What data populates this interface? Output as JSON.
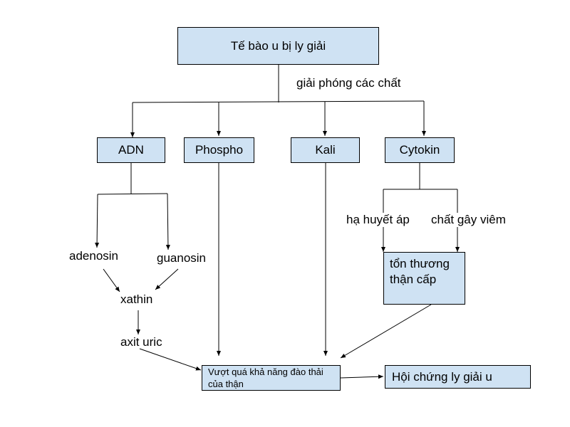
{
  "nodes": {
    "lysis": "Tế bào u bị ly giải",
    "adn": "ADN",
    "phospho": "Phospho",
    "kali": "Kali",
    "cytokin": "Cytokin",
    "kidney_injury": "tổn thương thận cấp",
    "exceed": "Vượt quá khả năng đào thải của thận",
    "syndrome": "Hội chứng ly giải u"
  },
  "labels": {
    "release": "giải phóng các chất",
    "adenosin": "adenosin",
    "guanosin": "guanosin",
    "xathin": "xathin",
    "uric": "axit uric",
    "hypotension": "hạ huyết áp",
    "inflammatory": "chất gây viêm"
  },
  "colors": {
    "box_fill": "#cfe2f3",
    "stroke": "#000000"
  }
}
